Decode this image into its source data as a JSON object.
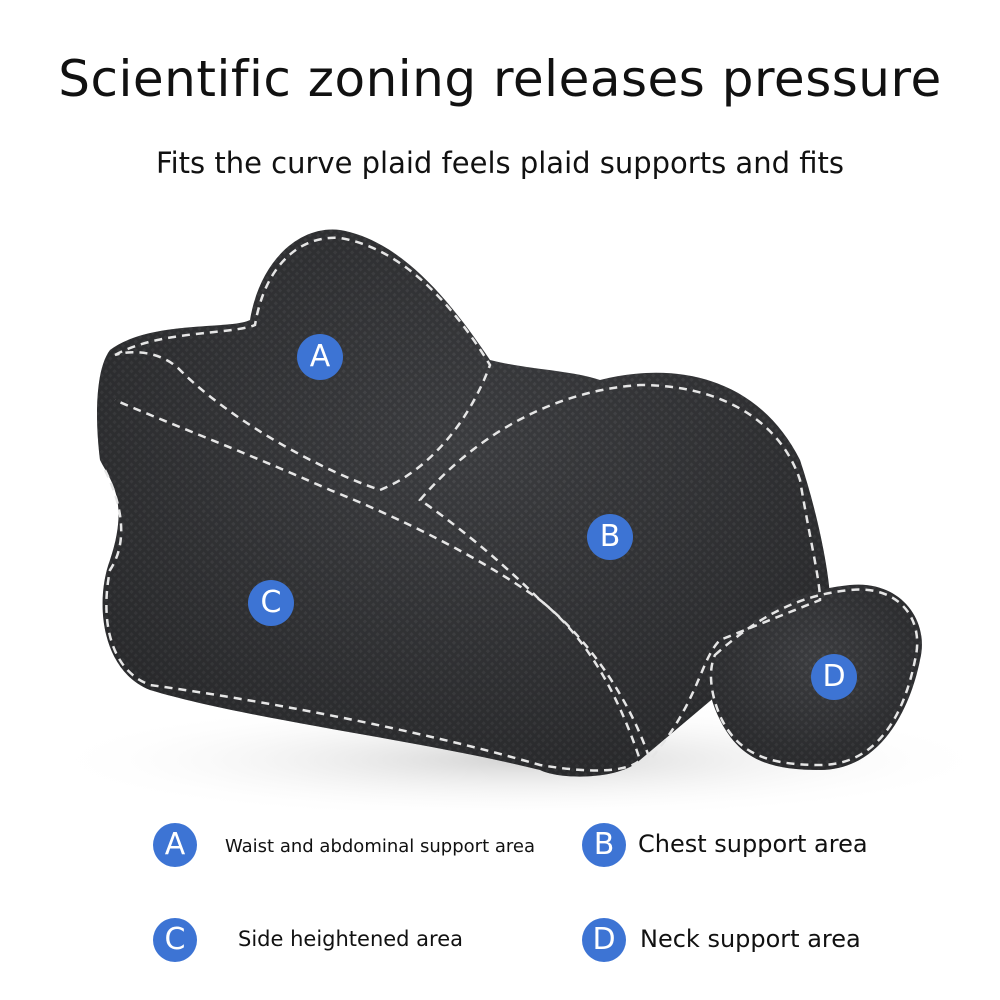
{
  "header": {
    "title": "Scientific zoning releases pressure",
    "subtitle": "Fits the curve plaid feels plaid supports and fits"
  },
  "product": {
    "markers": [
      {
        "letter": "A"
      },
      {
        "letter": "B"
      },
      {
        "letter": "C"
      },
      {
        "letter": "D"
      }
    ]
  },
  "legend": [
    {
      "letter": "A",
      "label": "Waist and abdominal support area"
    },
    {
      "letter": "B",
      "label": "Chest support area"
    },
    {
      "letter": "C",
      "label": "Side heightened area"
    },
    {
      "letter": "D",
      "label": "Neck support area"
    }
  ],
  "colors": {
    "badge": "#3d74d4",
    "cushion": "#3a3b3e",
    "stitch": "#e6e6e6"
  }
}
